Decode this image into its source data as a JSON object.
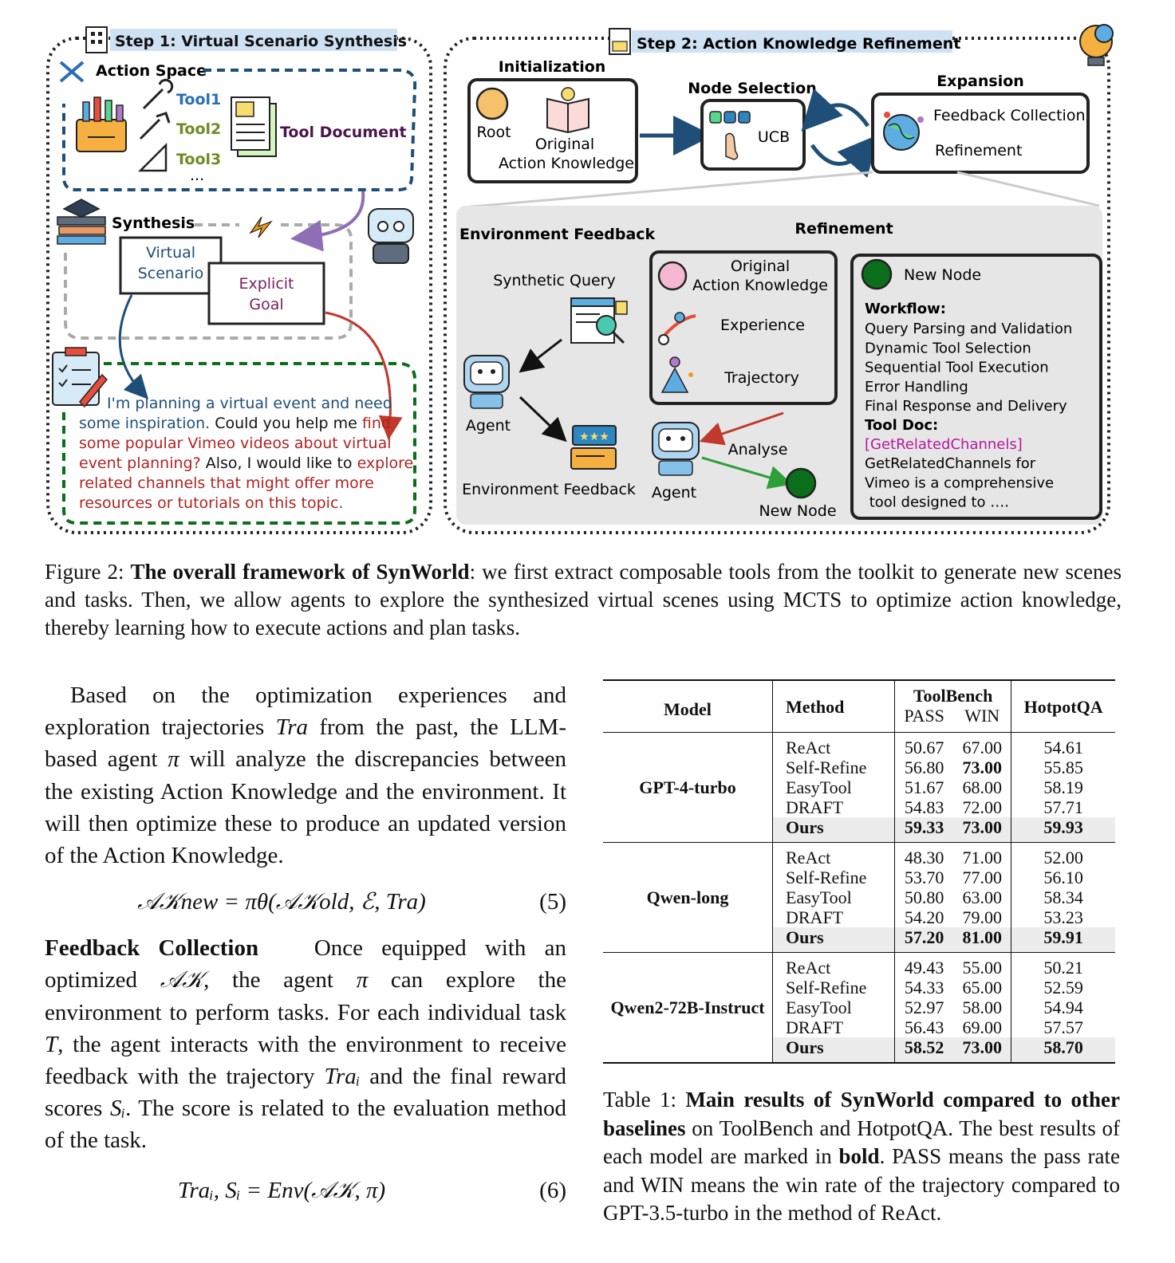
{
  "figure": {
    "step1_title": "Step 1: Virtual Scenario Synthesis",
    "action_space": "Action Space",
    "tools": [
      "Tool1",
      "Tool2",
      "Tool3"
    ],
    "tools_more": "...",
    "tool_document": "Tool Document",
    "synthesis": "Synthesis",
    "virtual_scenario": [
      "Virtual",
      "Scenario"
    ],
    "explicit_goal": [
      "Explicit",
      "Goal"
    ],
    "query_lines": [
      [
        {
          "t": "I'm planning a virtual event and need",
          "c": "blue"
        }
      ],
      [
        {
          "t": "some inspiration. ",
          "c": "blue"
        },
        {
          "t": "Could you help me ",
          "c": "black"
        },
        {
          "t": "find",
          "c": "red"
        }
      ],
      [
        {
          "t": "some popular Vimeo videos about virtual",
          "c": "red"
        }
      ],
      [
        {
          "t": "event planning? ",
          "c": "red"
        },
        {
          "t": "Also, I would like to ",
          "c": "black"
        },
        {
          "t": "explore",
          "c": "red"
        }
      ],
      [
        {
          "t": "related channels that might offer more",
          "c": "red"
        }
      ],
      [
        {
          "t": "resources or tutorials on this topic.",
          "c": "red"
        }
      ]
    ],
    "step2_title": "Step 2: Action Knowledge Refinement",
    "initialization": "Initialization",
    "root": "Root",
    "original_ak": [
      "Original",
      "Action Knowledge"
    ],
    "node_selection": "Node Selection",
    "ucb": "UCB",
    "expansion": "Expansion",
    "feedback_collection": "Feedback Collection",
    "refinement_label": "Refinement",
    "env_feedback_title": "Environment Feedback",
    "refinement_title": "Refinement",
    "synthetic_query": "Synthetic Query",
    "agent": "Agent",
    "environment_feedback": "Environment Feedback",
    "experience": "Experience",
    "trajectory": "Trajectory",
    "analyse": "Analyse",
    "new_node": "New Node",
    "workflow_title": "Workflow:",
    "workflow_items": [
      "Query Parsing and Validation",
      "Dynamic Tool Selection",
      "Sequential Tool Execution",
      "Error Handling",
      "Final Response and Delivery"
    ],
    "tool_doc_title": "Tool Doc:",
    "tool_doc_name": "[GetRelatedChannels]",
    "tool_doc_lines": [
      "GetRelatedChannels for",
      "Vimeo is a comprehensive",
      " tool designed to …."
    ],
    "colors": {
      "blue": "#1f4e79",
      "red": "#b22222",
      "purple": "#7a1f5c",
      "green": "#0b6e1a",
      "toolblue": "#2a6eb5",
      "step_bg": "#cfe2f3",
      "panel_bg": "#e6e6e6"
    }
  },
  "figure_caption": {
    "label": "Figure 2: ",
    "bold": "The overall framework of SynWorld",
    "rest": ": we first extract composable tools from the toolkit to generate new scenes and tasks. Then, we allow agents to explore the synthesized virtual scenes using MCTS to optimize action knowledge, thereby learning how to execute actions and plan tasks."
  },
  "body": {
    "p1": [
      {
        "t": "Based on the optimization experiences and exploration trajectories "
      },
      {
        "t": "Tra",
        "m": 1
      },
      {
        "t": " from the past, the LLM-based agent "
      },
      {
        "t": "π",
        "m": 1
      },
      {
        "t": " will analyze the discrepancies between the existing Action Knowledge and the environment. It will then optimize these to produce an updated version of the Action Knowledge."
      }
    ],
    "eq5": "𝒜𝒦new = πθ(𝒜𝒦old, ℰ, Tra)",
    "eq5_num": "(5)",
    "p2_head": "Feedback Collection",
    "p2": [
      {
        "t": "Once equipped with an optimized "
      },
      {
        "t": "𝒜𝒦",
        "m": 1
      },
      {
        "t": ", the agent "
      },
      {
        "t": "π",
        "m": 1
      },
      {
        "t": " can explore the environment to perform tasks.  For each individual task "
      },
      {
        "t": "T",
        "m": 1
      },
      {
        "t": ", the agent interacts with the environment to receive feedback with the trajectory "
      },
      {
        "t": "Traᵢ",
        "m": 1
      },
      {
        "t": " and the final reward scores "
      },
      {
        "t": "Sᵢ",
        "m": 1
      },
      {
        "t": ". The score is related to the evaluation method of the task."
      }
    ],
    "eq6": "Traᵢ, Sᵢ = Env(𝒜𝒦, π)",
    "eq6_num": "(6)"
  },
  "table": {
    "headers": {
      "model": "Model",
      "method": "Method",
      "toolbench": "ToolBench",
      "pass": "PASS",
      "win": "WIN",
      "hotpotqa": "HotpotQA"
    },
    "groups": [
      {
        "model": "GPT-4-turbo",
        "rows": [
          {
            "method": "ReAct",
            "pass": "50.67",
            "win": "67.00",
            "hotpot": "54.61"
          },
          {
            "method": "Self-Refine",
            "pass": "56.80",
            "win": "73.00",
            "hotpot": "55.85",
            "bold_win": true
          },
          {
            "method": "EasyTool",
            "pass": "51.67",
            "win": "68.00",
            "hotpot": "58.19"
          },
          {
            "method": "DRAFT",
            "pass": "54.83",
            "win": "72.00",
            "hotpot": "57.71"
          },
          {
            "method": "Ours",
            "pass": "59.33",
            "win": "73.00",
            "hotpot": "59.93",
            "ours": true
          }
        ]
      },
      {
        "model": "Qwen-long",
        "rows": [
          {
            "method": "ReAct",
            "pass": "48.30",
            "win": "71.00",
            "hotpot": "52.00"
          },
          {
            "method": "Self-Refine",
            "pass": "53.70",
            "win": "77.00",
            "hotpot": "56.10"
          },
          {
            "method": "EasyTool",
            "pass": "50.80",
            "win": "63.00",
            "hotpot": "58.34"
          },
          {
            "method": "DRAFT",
            "pass": "54.20",
            "win": "79.00",
            "hotpot": "53.23"
          },
          {
            "method": "Ours",
            "pass": "57.20",
            "win": "81.00",
            "hotpot": "59.91",
            "ours": true
          }
        ]
      },
      {
        "model": "Qwen2-72B-Instruct",
        "rows": [
          {
            "method": "ReAct",
            "pass": "49.43",
            "win": "55.00",
            "hotpot": "50.21"
          },
          {
            "method": "Self-Refine",
            "pass": "54.33",
            "win": "65.00",
            "hotpot": "52.59"
          },
          {
            "method": "EasyTool",
            "pass": "52.97",
            "win": "58.00",
            "hotpot": "54.94"
          },
          {
            "method": "DRAFT",
            "pass": "56.43",
            "win": "69.00",
            "hotpot": "57.57"
          },
          {
            "method": "Ours",
            "pass": "58.52",
            "win": "73.00",
            "hotpot": "58.70",
            "ours": true
          }
        ]
      }
    ]
  },
  "table_caption": [
    {
      "t": "Table 1: "
    },
    {
      "t": "Main results of SynWorld compared to other baselines",
      "b": 1
    },
    {
      "t": " on ToolBench and HotpotQA. The best results of each model are marked in "
    },
    {
      "t": "bold",
      "b": 1
    },
    {
      "t": ".  PASS means the pass rate and WIN means the win rate of the trajectory compared to GPT-3.5-turbo in the method of ReAct."
    }
  ]
}
